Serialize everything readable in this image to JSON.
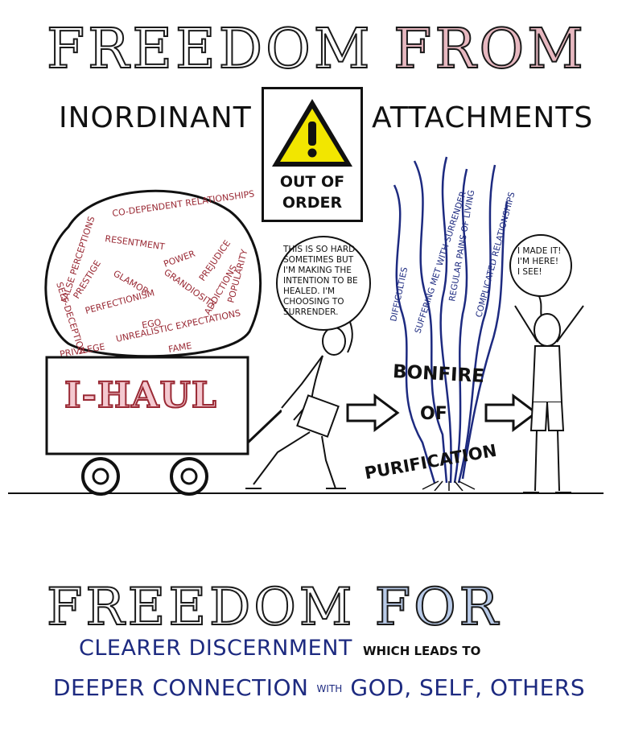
{
  "header": {
    "line1_a": "FREEDOM ",
    "line1_b": "FROM",
    "left_word": "INORDINANT",
    "right_word": "ATTACHMENTS"
  },
  "sign": {
    "line1": "OUT OF",
    "line2": "ORDER"
  },
  "boulder_words": [
    "CO-DEPENDENT RELATIONSHIPS",
    "FALSE PERCEPTIONS",
    "RESENTMENT",
    "PRESTIGE",
    "GLAMOR",
    "POWER",
    "PREJUDICE",
    "POPULARITY",
    "ADDICTIONS",
    "GRANDIOSITY",
    "PERFECTIONISM",
    "EGO",
    "SELF-DECEPTION",
    "UNREALISTIC EXPECTATIONS",
    "FAME",
    "PRIVILEGE"
  ],
  "cart_label": "I-HAUL",
  "speech_left": "THIS IS SO HARD\nSOMETIMES BUT\nI'M MAKING THE\nINTENTION TO BE\nHEALED. I'M\nCHOOSING TO\nSURRENDER.",
  "speech_right": "I MADE IT!\nI'M HERE!\nI SEE!",
  "flame_words": [
    "DIFFICULTIES",
    "SUFFERING MET WITH SURRENDER",
    "REGULAR PAINS OF LIVING",
    "COMPLICATED RELATIONSHIPS"
  ],
  "bonfire": {
    "line1": "BONFIRE",
    "line2": "OF",
    "line3": "PURIFICATION"
  },
  "footer": {
    "line1_a": "FREEDOM ",
    "line1_b": "FOR",
    "clearer": "CLEARER DISCERNMENT",
    "which": "WHICH LEADS TO",
    "deeper": "DEEPER CONNECTION",
    "with": "WITH",
    "targets": "GOD, SELF, OTHERS"
  },
  "colors": {
    "accent_red": "#9a2a35",
    "accent_blue": "#1d2a80",
    "sign_yellow": "#f2e600"
  }
}
